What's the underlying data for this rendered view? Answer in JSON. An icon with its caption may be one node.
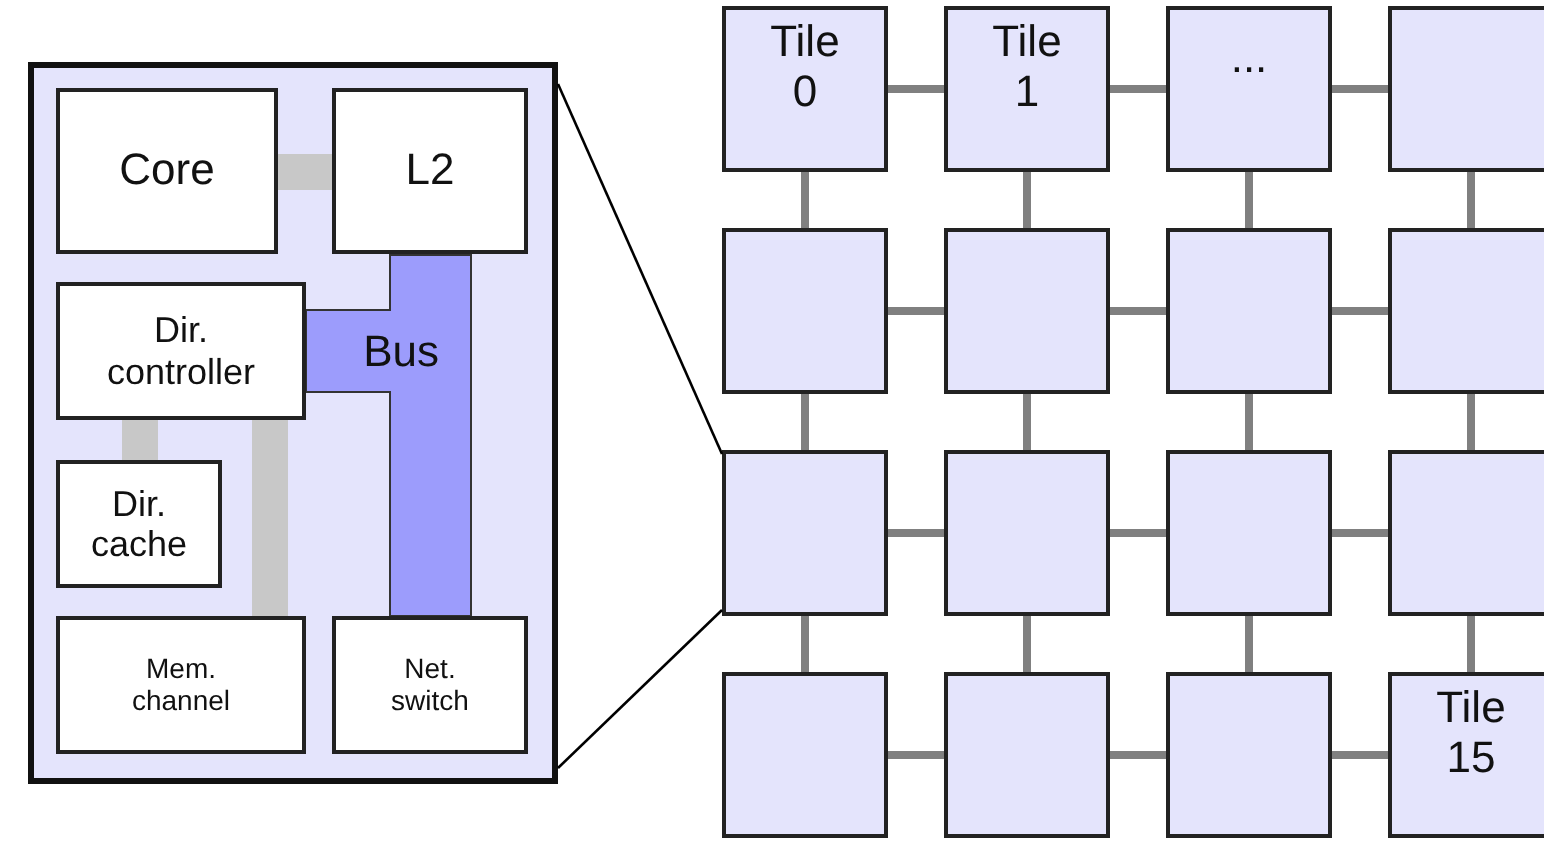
{
  "diagram": {
    "nodes": [
      {
        "text": [],
        "shape": "box"
      },
      {
        "text": [
          "Core"
        ],
        "in": 0
      },
      {
        "text": [
          "L2"
        ],
        "in": 0
      },
      {
        "text": [
          "Dir. controller"
        ],
        "in": 0
      },
      {
        "text": [
          "Bus"
        ],
        "in": 0
      },
      {
        "text": [
          "Dir. cache"
        ],
        "in": 0
      },
      {
        "text": [
          "Mem. channel"
        ],
        "in": 0
      },
      {
        "text": [
          "Net. switch"
        ],
        "in": 0
      },
      {
        "text": [
          "Tile 0"
        ]
      },
      {
        "text": [
          "Tile 1"
        ]
      },
      {
        "text": [
          "..."
        ]
      },
      {
        "text": [],
        "shape": "box"
      },
      {
        "text": [],
        "shape": "box"
      },
      {
        "text": [],
        "shape": "box"
      },
      {
        "text": [],
        "shape": "box"
      },
      {
        "text": [],
        "shape": "box"
      },
      {
        "text": [],
        "shape": "box"
      },
      {
        "text": [],
        "shape": "box"
      },
      {
        "text": [],
        "shape": "box"
      },
      {
        "text": [],
        "shape": "box"
      },
      {
        "text": [],
        "shape": "box"
      },
      {
        "text": [],
        "shape": "box"
      },
      {
        "text": [],
        "shape": "box"
      },
      {
        "text": [
          "Tile 15"
        ]
      }
    ],
    "edges": [
      {
        "from": 1,
        "to": 2,
        "arrow": "none",
        "style": "thick",
        "color": "#c8c8c8"
      },
      {
        "from": 3,
        "to": 5,
        "arrow": "none",
        "style": "thick",
        "color": "#c8c8c8"
      },
      {
        "from": 3,
        "to": 6,
        "arrow": "none",
        "style": "thick",
        "color": "#c8c8c8"
      },
      {
        "from": 0,
        "to": 16,
        "arrow": "none",
        "color": "#000000"
      },
      {
        "from": 0,
        "to": 16,
        "arrow": "none",
        "color": "#000000"
      },
      {
        "from": 8,
        "to": 9,
        "arrow": "none"
      },
      {
        "from": 9,
        "to": 10,
        "arrow": "none"
      },
      {
        "from": 10,
        "to": 11,
        "arrow": "none"
      },
      {
        "from": 8,
        "to": 12,
        "arrow": "none"
      },
      {
        "from": 9,
        "to": 13,
        "arrow": "none"
      },
      {
        "from": 10,
        "to": 14,
        "arrow": "none"
      },
      {
        "from": 11,
        "to": 15,
        "arrow": "none"
      },
      {
        "from": 12,
        "to": 13,
        "arrow": "none"
      },
      {
        "from": 13,
        "to": 14,
        "arrow": "none"
      },
      {
        "from": 14,
        "to": 15,
        "arrow": "none"
      },
      {
        "from": 12,
        "to": 16,
        "arrow": "none"
      },
      {
        "from": 13,
        "to": 17,
        "arrow": "none"
      },
      {
        "from": 14,
        "to": 18,
        "arrow": "none"
      },
      {
        "from": 15,
        "to": 19,
        "arrow": "none"
      },
      {
        "from": 16,
        "to": 17,
        "arrow": "none"
      },
      {
        "from": 17,
        "to": 18,
        "arrow": "none"
      },
      {
        "from": 18,
        "to": 19,
        "arrow": "none"
      },
      {
        "from": 16,
        "to": 20,
        "arrow": "none"
      },
      {
        "from": 17,
        "to": 21,
        "arrow": "none"
      },
      {
        "from": 18,
        "to": 22,
        "arrow": "none"
      },
      {
        "from": 19,
        "to": 23,
        "arrow": "none"
      },
      {
        "from": 20,
        "to": 21,
        "arrow": "none"
      },
      {
        "from": 21,
        "to": 22,
        "arrow": "none"
      },
      {
        "from": 22,
        "to": 23,
        "arrow": "none"
      }
    ]
  }
}
